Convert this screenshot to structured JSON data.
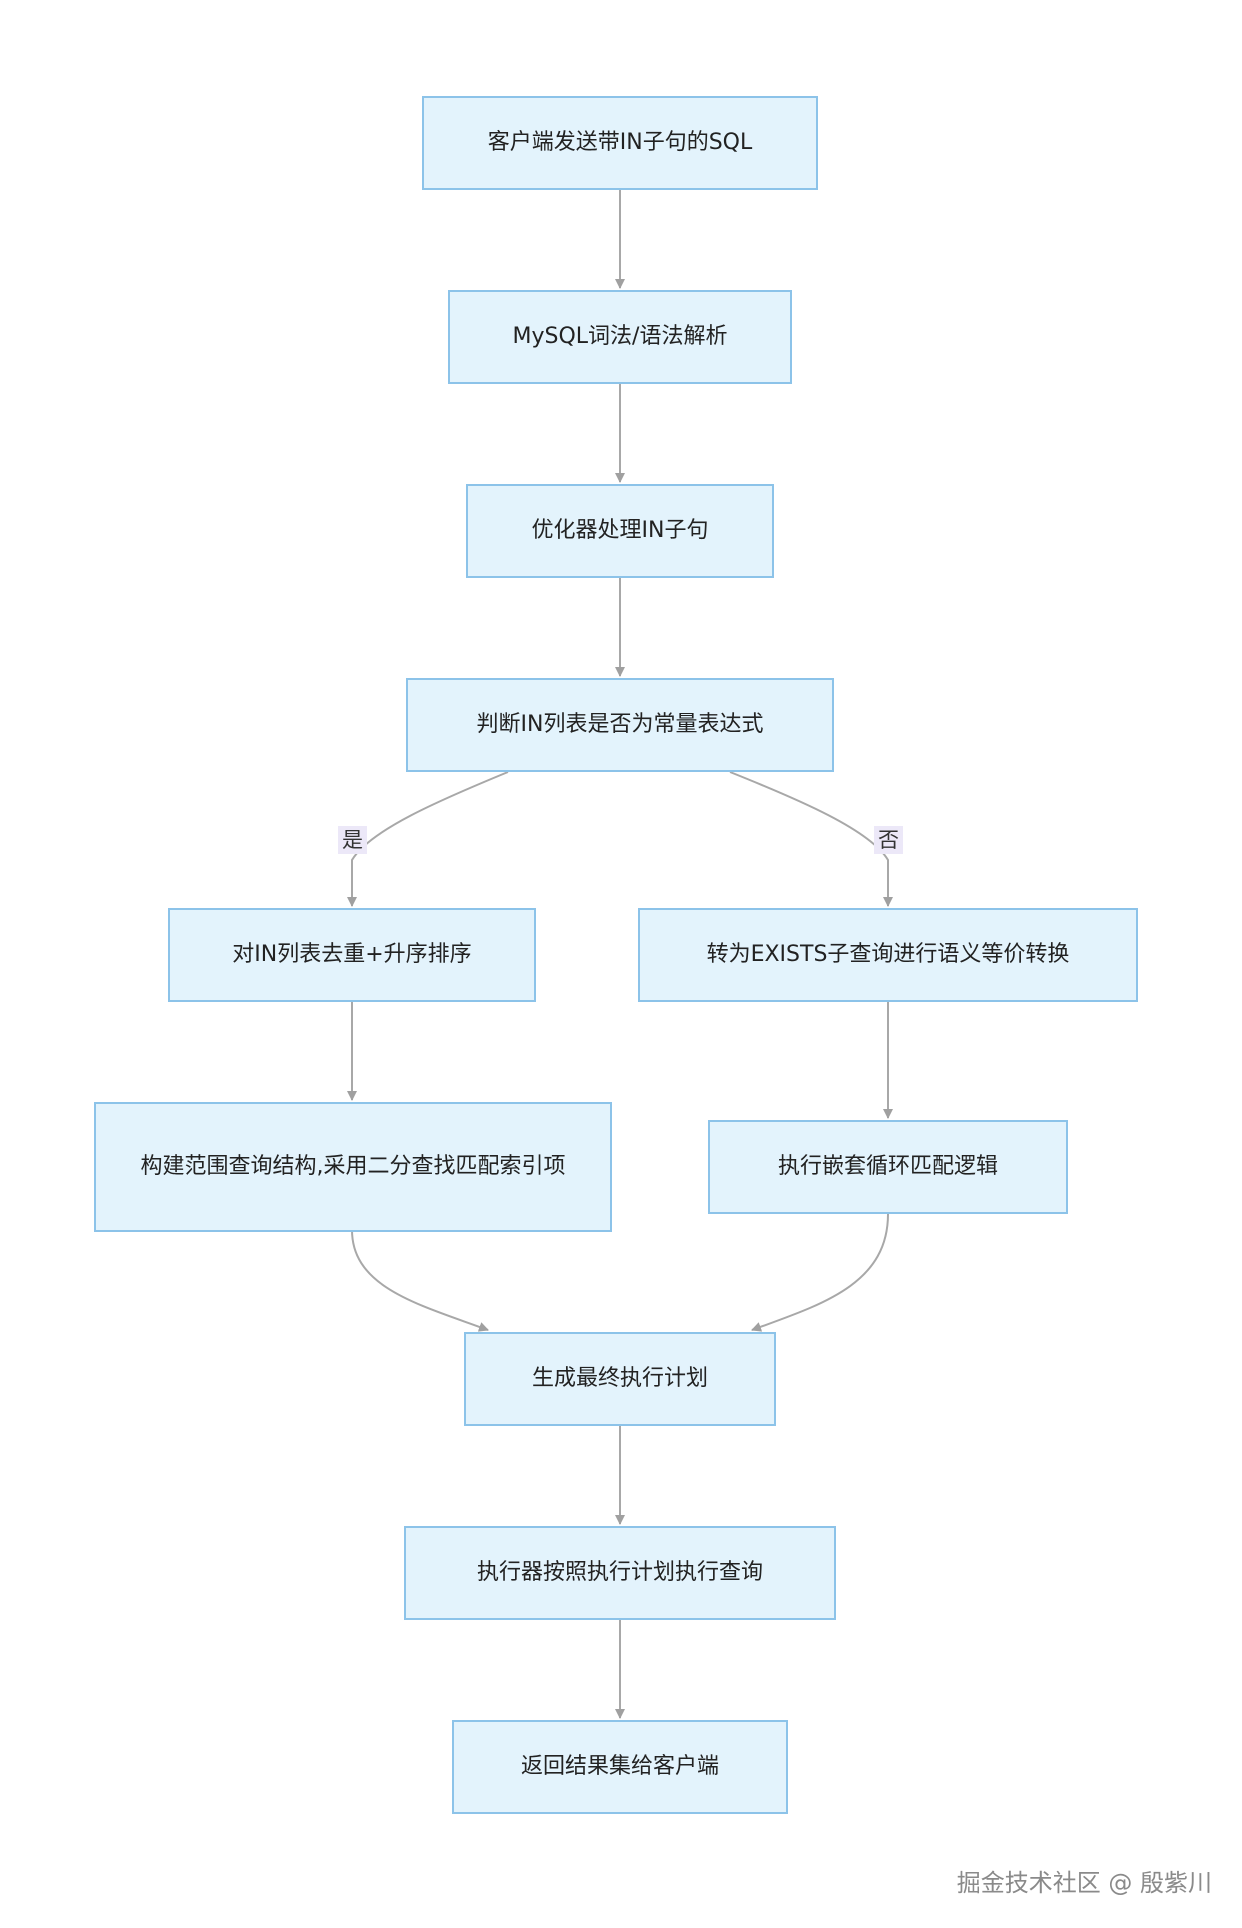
{
  "nodes": {
    "client_send": "客户端发送带IN子句的SQL",
    "parse": "MySQL词法/语法解析",
    "optimizer": "优化器处理IN子句",
    "judge": "判断IN列表是否为常量表达式",
    "dedupe_sort": "对IN列表去重+升序排序",
    "exists_convert": "转为EXISTS子查询进行语义等价转换",
    "range_build": "构建范围查询结构,采用二分查找匹配索引项",
    "nested_loop": "执行嵌套循环匹配逻辑",
    "final_plan": "生成最终执行计划",
    "executor": "执行器按照执行计划执行查询",
    "return": "返回结果集给客户端"
  },
  "edge_labels": {
    "yes": "是",
    "no": "否"
  },
  "watermark": "掘金技术社区 @ 殷紫川",
  "colors": {
    "node_fill": "#e3f3fc",
    "node_border": "#8cc3e9",
    "edge": "#a0a0a0",
    "label_bg": "#ece8f8"
  }
}
